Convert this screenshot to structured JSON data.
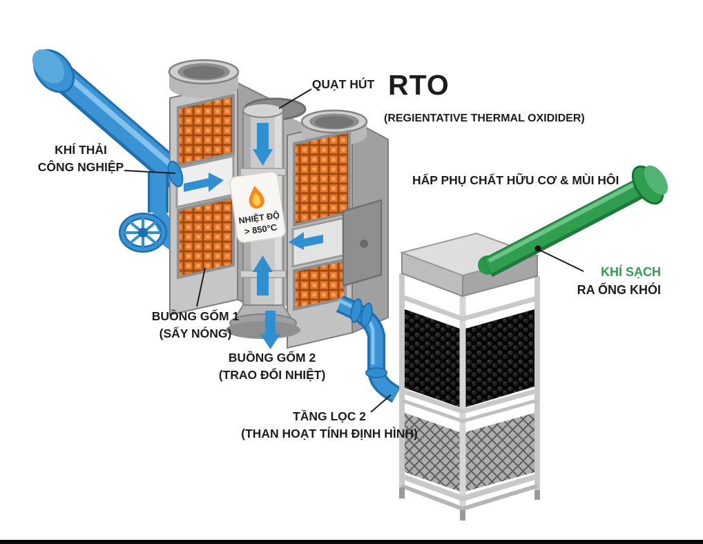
{
  "diagram": {
    "title": "RTO",
    "subtitle": "(REGIENTATIVE THERMAL OXIDIDER)",
    "tagline": "HẤP PHỤ CHẤT HỮU CƠ & MÙI HÔI"
  },
  "labels": {
    "fan": "QUẠT HÚT",
    "inlet": {
      "line1": "KHÍ THẢI",
      "line2": "CÔNG NGHIỆP"
    },
    "temperature": {
      "line1": "NHIỆT ĐỘ",
      "line2": "> 850°C"
    },
    "chamber1": {
      "line1": "BUỒNG GỐM 1",
      "line2": "(SẤY NÓNG)"
    },
    "chamber2": {
      "line1": "BUỒNG GỐM 2",
      "line2": "(TRAO ĐỔI NHIỆT)"
    },
    "filter": {
      "line1": "TẦNG LỌC 2",
      "line2": "(THAN HOẠT TÍNH ĐỊNH HÌNH)"
    },
    "clean": {
      "line1": "KHÍ SẠCH",
      "line2": "RA ỐNG KHÓI"
    }
  },
  "colors": {
    "pipe_blue": "#3a93d5",
    "pipe_blue_dark": "#1f6fae",
    "clean_green": "#2f9e4e",
    "clean_green_dark": "#1c7a38",
    "ceramic_orange": "#e8762a",
    "flame_orange": "#f5891f",
    "flame_yellow": "#ffd04a",
    "metal_gray": "#c6c6c6",
    "text": "#1c1c1c"
  },
  "icons": {
    "flame": "flame-icon",
    "valve": "valve-handwheel-icon",
    "flow_arrows": "flow-arrow-icon"
  }
}
